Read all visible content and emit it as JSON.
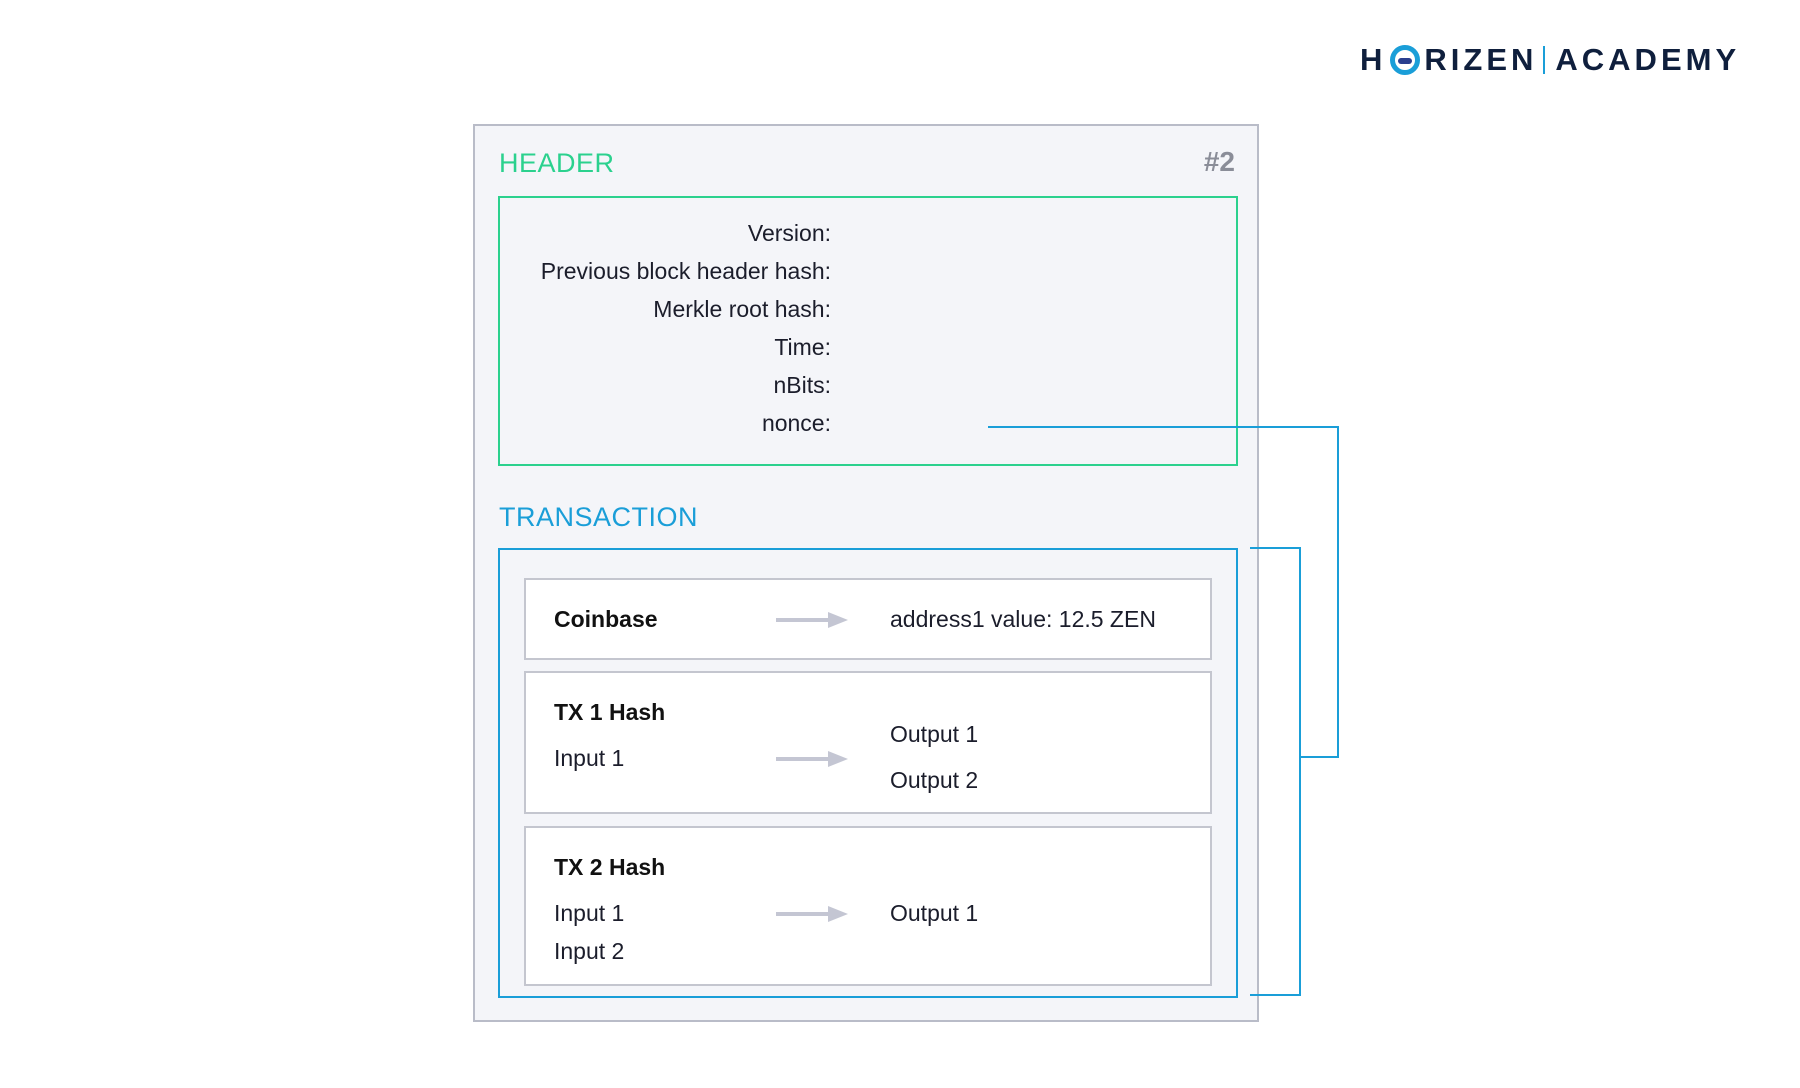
{
  "brand": {
    "part1": "H",
    "part2": "RIZEN",
    "part3": "ACADEMY"
  },
  "block": {
    "number": "#2",
    "header": {
      "title": "HEADER",
      "fields": [
        "Version:",
        "Previous block header hash:",
        "Merkle root hash:",
        "Time:",
        "nBits:",
        "nonce:"
      ]
    },
    "transaction": {
      "title": "TRANSACTION",
      "coinbase": {
        "name": "Coinbase",
        "output": "address1 value: 12.5 ZEN"
      },
      "tx1": {
        "name": "TX 1 Hash",
        "inputs": [
          "Input 1"
        ],
        "outputs": [
          "Output 1",
          "Output 2"
        ]
      },
      "tx2": {
        "name": "TX 2 Hash",
        "inputs": [
          "Input 1",
          "Input 2"
        ],
        "outputs": [
          "Output 1"
        ]
      }
    }
  },
  "colors": {
    "header_accent": "#2bd18e",
    "transaction_accent": "#1a9ed8",
    "arrow": "#c4c6d3",
    "block_bg": "#f4f5f9"
  }
}
